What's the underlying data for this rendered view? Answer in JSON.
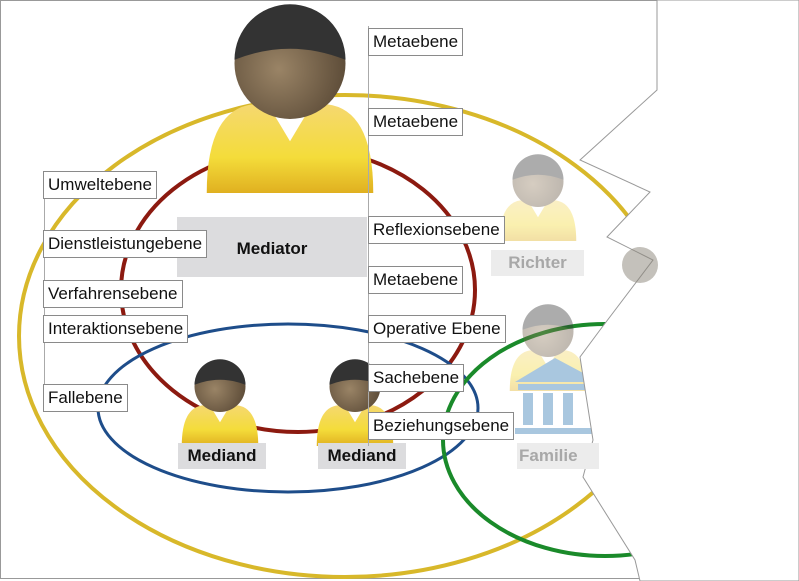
{
  "persons": {
    "mediator": "Mediator",
    "mediand1": "Mediand",
    "mediand2": "Mediand",
    "richter": "Richter",
    "familie": "Familie"
  },
  "left_levels": [
    "Umweltebene",
    "Dienstleistungebene",
    "Verfahrensebene",
    "Interaktionsebene",
    "Fallebene"
  ],
  "right_levels": [
    "Metaebene",
    "Metaebene",
    "Reflexionsebene",
    "Metaebene",
    "Operative Ebene",
    "Sachebene",
    "Beziehungsebene"
  ],
  "colors": {
    "umwelt": "#d8b82a",
    "dienst": "#8c1a10",
    "interaktion": "#1e4d8a",
    "familie": "#1a8a2a"
  }
}
